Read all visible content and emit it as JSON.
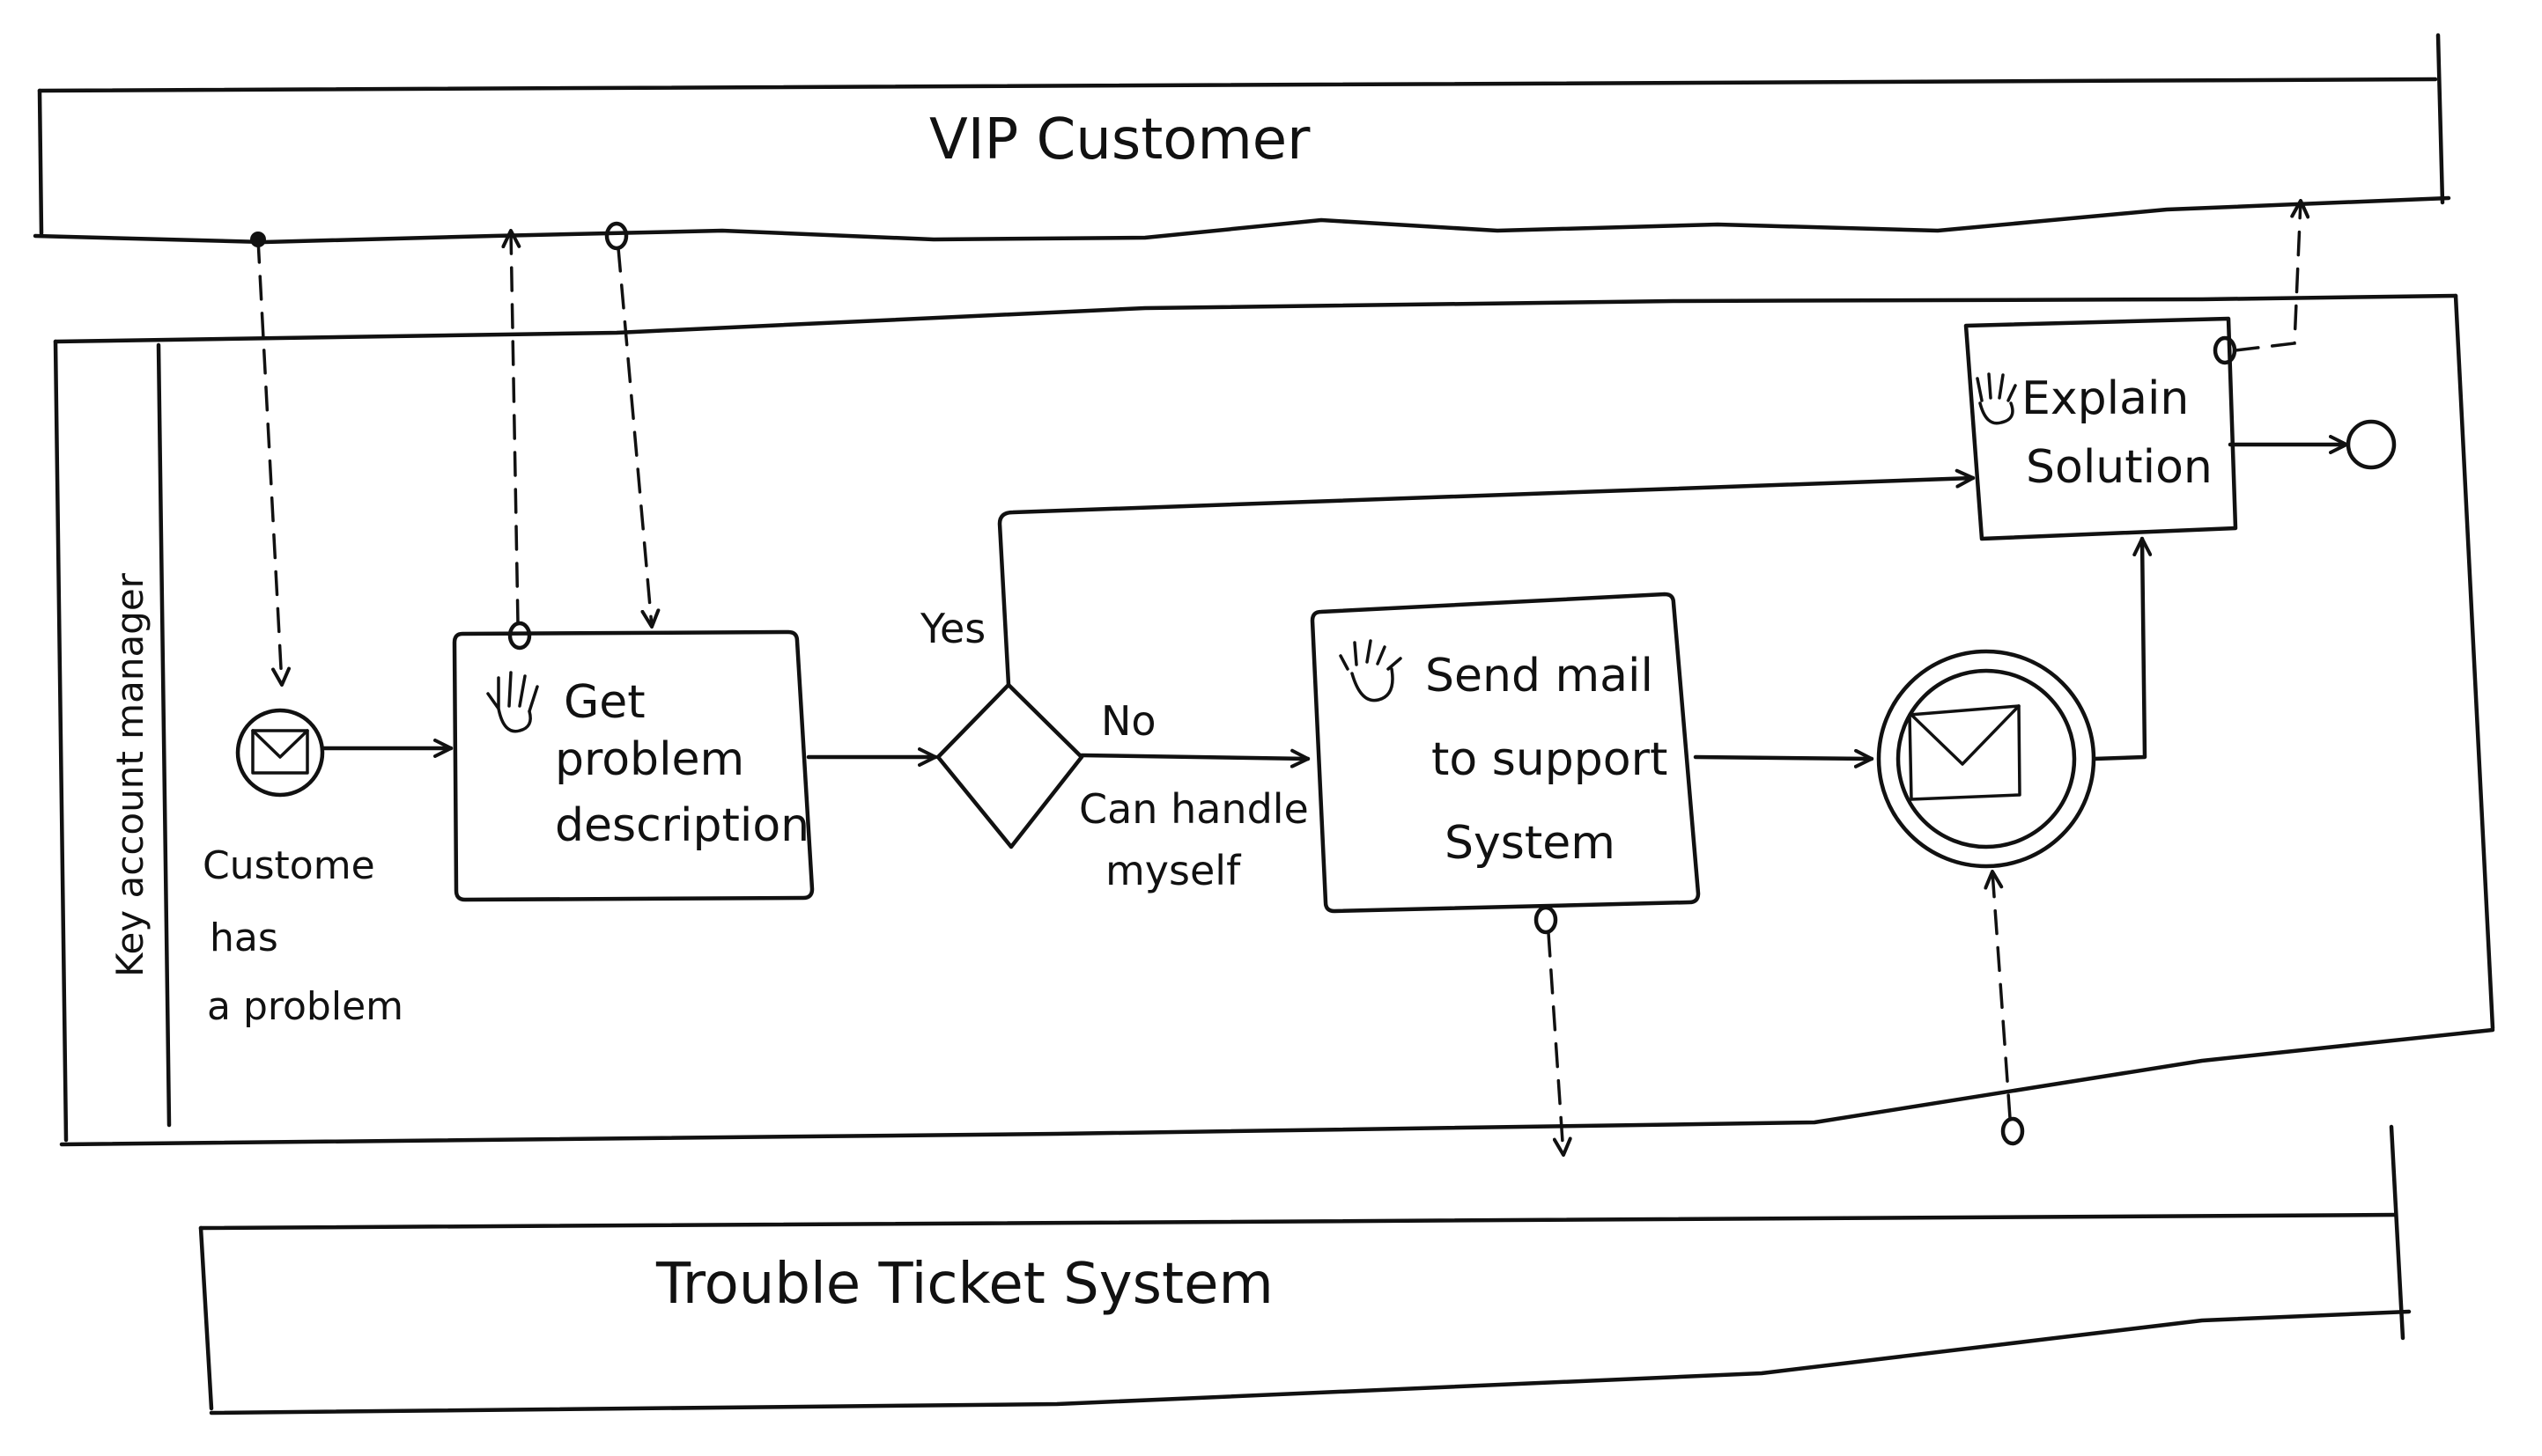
{
  "pools": {
    "top": "VIP Customer",
    "bottom": "Trouble Ticket System"
  },
  "lane": {
    "label": "Key account manager"
  },
  "events": {
    "start_label": [
      "Custome",
      "has",
      "a problem"
    ]
  },
  "tasks": {
    "get_problem": [
      "Get",
      "problem",
      "description"
    ],
    "send_mail": [
      "Send mail",
      "to support",
      "System"
    ],
    "explain_solution": [
      "Explain",
      "Solution"
    ]
  },
  "gateway": {
    "yes_label": "Yes",
    "no_label": "No",
    "no_condition": [
      "Can handle",
      "myself"
    ]
  },
  "icons": {
    "start_event": "envelope-icon",
    "intermediate_event": "envelope-icon",
    "manual_task": "hand-icon",
    "end_event": "circle-icon"
  }
}
